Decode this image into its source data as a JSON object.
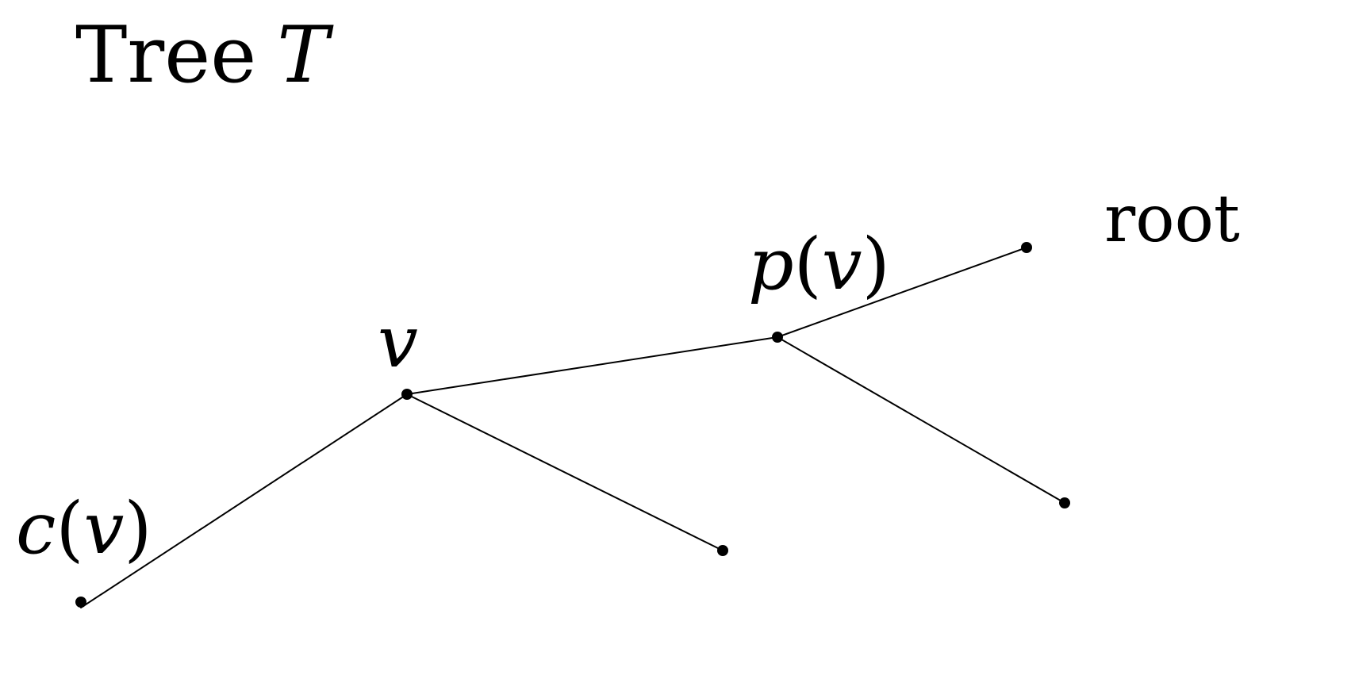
{
  "title": {
    "word": "Tree",
    "symbol": "T"
  },
  "labels": {
    "root": "root",
    "parent": {
      "fn": "p",
      "open": "(",
      "arg": "v",
      "close": ")"
    },
    "vertex": "v",
    "child": {
      "fn": "c",
      "open": "(",
      "arg": "v",
      "close": ")"
    }
  },
  "colors": {
    "ink": "#000000",
    "background": "#ffffff"
  }
}
